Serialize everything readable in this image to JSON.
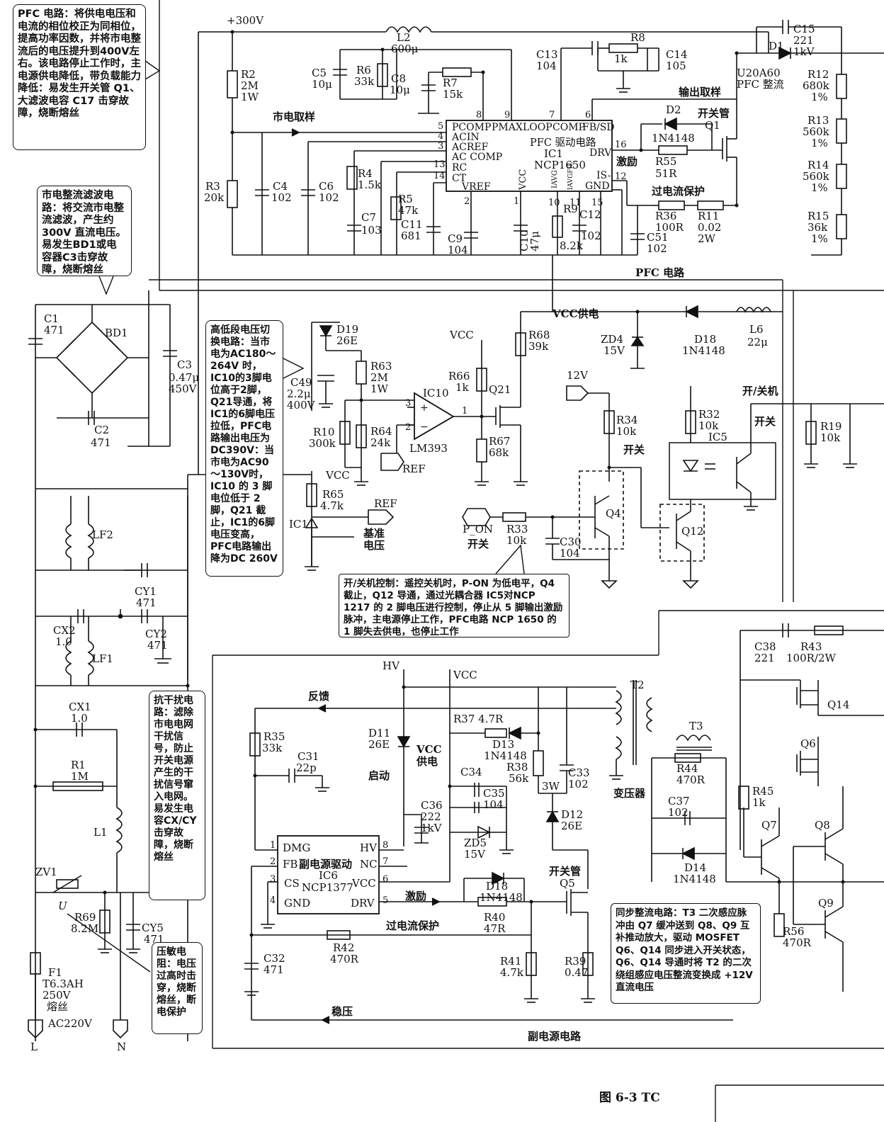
{
  "figure": {
    "caption": "图 6-3    TC"
  },
  "blocks": {
    "pfc": "PFC 电路",
    "aux": "副电源电路"
  },
  "notes": {
    "pfc": "PFC 电路：将供电电压和电流的相位校正为同相位，提高功率因数，并将市电整流后的电压提升到400V左右。该电路停止工作时，主电源供电降低，带负载能力降低：易发生开关管 Q1、大滤波电容 C17 击穿故障，烧断熔丝",
    "rectifier": "市电整流滤波电路：将交流市电整流滤波，产生约300V 直流电压。易发生BD1或电容器C3击穿故障，烧断熔丝",
    "switch": "高低段电压切换电路：当市电为AC180～264V 时，IC10的3脚电位高于2脚，Q21导通，将IC1的6脚电压拉低，PFC电路输出电压为DC390V：当市电为AC90～130V时，IC10 的 3 脚电位低于 2脚，Q21 截止，IC1的6脚电压变高，PFC电路输出降为DC 260V",
    "onoff": "开/关机控制：遥控关机时，P-ON 为低电平，Q4 截止，Q12 导通，通过光耦合器 IC5对NCP 1217 的 2 脚电压进行控制，停止从 5 脚输出激励脉冲，主电源停止工作，PFC电路 NCP 1650 的 1 脚失去供电，也停止工作",
    "emi": "抗干扰电路：滤除市电电网干扰信号，防止开关电源产生的干扰信号窜入电网。易发生电容CX/CY击穿故障，烧断熔丝",
    "varistor": "压敏电阻：电压过高时击穿，烧断熔丝，断电保护",
    "sync": "同步整流电路：T3 二次感应脉冲由 Q7 缓冲送到 Q8、Q9 互补推动放大，驱动 MOSFET Q6、Q14 同步进入开关状态，Q6、Q14 导通时将 T2 的二次绕组感应电压整流变换成 +12V 直流电压"
  },
  "labels": {
    "v300": "+300V",
    "l2": "L2",
    "l2v": "600μ",
    "c5": "C5",
    "c5v": "10μ",
    "r6": "R6",
    "r6v": "33k",
    "c8": "C8",
    "c8v": "10μ",
    "r7": "R7",
    "r7v": "15k",
    "r2": "R2",
    "r2v": "2M",
    "r2p": "1W",
    "mains_sample": "市电取样",
    "r3": "R3",
    "r3v": "20k",
    "c4": "C4",
    "c4v": "102",
    "c6": "C6",
    "c6v": "102",
    "r4": "R4",
    "r4v": "1.5k",
    "c7": "C7",
    "c7v": "103",
    "r5": "R5",
    "r5v": "47k",
    "c11": "C11",
    "c11v": "681",
    "c9": "C9",
    "c9v": "104",
    "c10": "C10",
    "c10v": "47μ",
    "r9": "R9",
    "r9v": "8.2k",
    "c12": "C12",
    "c12v": "102",
    "c13": "C13",
    "c13v": "104",
    "r8": "R8",
    "r8v": "1k",
    "c14": "C14",
    "c14v": "105",
    "c15": "C15",
    "c15v": "221",
    "c15p": "1kV",
    "d1": "D1",
    "d1m": "U20A60",
    "d1f": "PFC 整流",
    "out_sample": "输出取样",
    "d2": "D2",
    "d2m": "1N4148",
    "q1": "Q1",
    "q1d": "开关管",
    "drive": "激励",
    "r55": "R55",
    "r55v": "51R",
    "ocp": "过电流保护",
    "r36": "R36",
    "r36v": "100R",
    "r11": "R11",
    "r11v": "0.02",
    "r11p": "2W",
    "c51": "C51",
    "c51v": "102",
    "r12": "R12",
    "r12v": "680k",
    "r13": "R13",
    "r13v": "560k",
    "r14": "R14",
    "r14v": "560k",
    "r15": "R15",
    "r15v": "36k",
    "pct": "1%",
    "ic1_name": "PFC 驱动电路",
    "ic1": "IC1",
    "ic1m": "NCP1650",
    "p5": "PCOMP",
    "pmax": "PMAX",
    "loop": "LOOP",
    "comp": "COMP",
    "fbsd": "FB/SD",
    "acin": "ACIN",
    "acref": "ACREF",
    "accomp": "AC COMP",
    "rc": "RC",
    "ct": "CT",
    "vref": "VREF",
    "vcc": "VCC",
    "drv": "DRV",
    "is": "IS-",
    "gnd": "GND",
    "iavg": "IAVG",
    "iavgfil": "IAVGFIL",
    "n5": "5",
    "n4": "4",
    "n3": "3",
    "n13": "13",
    "n14": "14",
    "n8": "8",
    "n9": "9",
    "n7": "7",
    "n6": "6",
    "n16": "16",
    "n12": "12",
    "n2": "2",
    "n1": "1",
    "n10": "10",
    "n11": "11",
    "n15": "15",
    "c1": "C1",
    "c1v": "471",
    "bd1": "BD1",
    "c2": "C2",
    "c2v": "471",
    "c3": "C3",
    "c3v": "0.47μ",
    "c3p": "450V",
    "d19": "D19",
    "d19m": "26E",
    "c49": "C49",
    "c49v": "2.2μ",
    "c49p": "400V",
    "r63": "R63",
    "r63v": "2M",
    "r63p": "1W",
    "r10": "R10",
    "r10v": "300k",
    "r64": "R64",
    "r64v": "24k",
    "ic10": "IC10",
    "lm393": "LM393",
    "ref": "REF",
    "r65": "R65",
    "r65v": "4.7k",
    "ic11": "IC11",
    "refv": "基准",
    "refv2": "电压",
    "r66": "R66",
    "r66v": "1k",
    "q21": "Q21",
    "r67": "R67",
    "r67v": "68k",
    "r68": "R68",
    "r68v": "39k",
    "vcc_supply": "VCC供电",
    "zd4": "ZD4",
    "zd4v": "15V",
    "d18": "D18",
    "d18m": "1N4148",
    "l6": "L6",
    "l6v": "22μ",
    "v12": "12V",
    "r34": "R34",
    "r34v": "10k",
    "r32": "R32",
    "r32v": "10k",
    "ic5": "IC5",
    "onoff": "开/关机",
    "kaiguan": "开关",
    "r19": "R19",
    "r19v": "10k",
    "q4": "Q4",
    "q12": "Q12",
    "pon": "P_ON",
    "r33": "R33",
    "r33v": "10k",
    "c30": "C30",
    "c30v": "104",
    "lf2": "LF2",
    "cy1": "CY1",
    "cy1v": "471",
    "cx2": "CX2",
    "cx2v": "1.0",
    "cy2": "CY2",
    "cy2v": "471",
    "lf1": "LF1",
    "cx1": "CX1",
    "cx1v": "1.0",
    "r1": "R1",
    "r1v": "1M",
    "l1": "L1",
    "zv1": "ZV1",
    "u": "U",
    "r69": "R69",
    "r69v": "8.2M",
    "cy5": "CY5",
    "cy5v": "471",
    "f1": "F1",
    "f1v": "T6.3AH",
    "f1p": "250V",
    "f1d": "熔丝",
    "ac": "AC220V",
    "l": "L",
    "n": "N",
    "hv": "HV",
    "feedback": "反馈",
    "r35": "R35",
    "r35v": "33k",
    "c31": "C31",
    "c31v": "22p",
    "d11": "D11",
    "d11m": "26E",
    "start": "启动",
    "vcc_power": "VCC",
    "vcc_power2": "供电",
    "r37": "R37 4.7R",
    "d13": "D13",
    "d13m": "1N4148",
    "r38": "R38",
    "r38v": "56k",
    "w3": "3W",
    "c33": "C33",
    "c33v": "102",
    "c34": "C34",
    "c35": "C35",
    "c35v": "104",
    "c36": "C36",
    "c36v": "222",
    "c36p": "1kV",
    "zd5": "ZD5",
    "zd5v": "15V",
    "d12": "D12",
    "d12m": "26E",
    "ic6_name": "副电源驱动",
    "ic6": "IC6",
    "ic6m": "NCP1377",
    "dmg": "DMG",
    "fb": "FB",
    "cs": "CS",
    "gnd2": "GND",
    "hv2": "HV",
    "nc": "NC",
    "vcc2": "VCC",
    "drv2": "DRV",
    "drive2": "激励",
    "d18b": "D18",
    "d18bm": "1N4148",
    "r40": "R40",
    "r40v": "47R",
    "q5": "Q5",
    "q5d": "开关管",
    "ocp2": "过电流保护",
    "r42": "R42",
    "r42v": "470R",
    "r41": "R41",
    "r41v": "4.7k",
    "r39": "R39",
    "r39v": "0.47",
    "c32": "C32",
    "c32v": "471",
    "regulate": "稳压",
    "t2": "T2",
    "transformer": "变压器",
    "t3": "T3",
    "c38": "C38",
    "c38v": "221",
    "r43": "R43",
    "r43v": "100R/2W",
    "q14": "Q14",
    "q6": "Q6",
    "r44": "R44",
    "r44v": "470R",
    "c37": "C37",
    "c37v": "102",
    "r45": "R45",
    "r45v": "1k",
    "q7": "Q7",
    "q8": "Q8",
    "q9": "Q9",
    "d14": "D14",
    "d14m": "1N4148",
    "r56": "R56",
    "r56v": "470R"
  }
}
